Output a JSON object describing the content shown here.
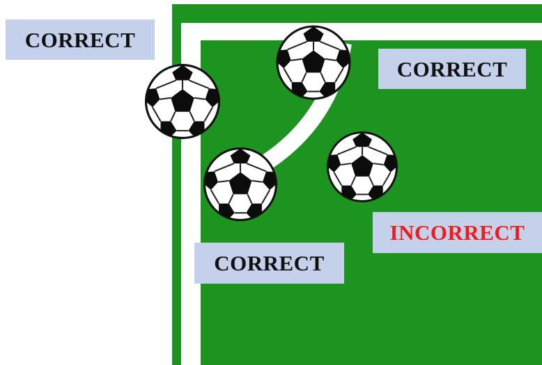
{
  "labels": {
    "top_left": "CORRECT",
    "top_right": "CORRECT",
    "bottom_middle": "CORRECT",
    "right": "INCORRECT"
  },
  "colors": {
    "pitch_green": "#1d9320",
    "line_white": "#ffffff",
    "label_background": "#c5d1ea",
    "correct_text": "#111111",
    "incorrect_text": "#ee1c1c",
    "ball_black": "#0c0c0c"
  },
  "balls": [
    {
      "id": "ball-outside-line",
      "verdict": "correct"
    },
    {
      "id": "ball-on-line-top",
      "verdict": "correct"
    },
    {
      "id": "ball-on-arc-corner",
      "verdict": "correct"
    },
    {
      "id": "ball-outside-arc",
      "verdict": "incorrect"
    }
  ]
}
